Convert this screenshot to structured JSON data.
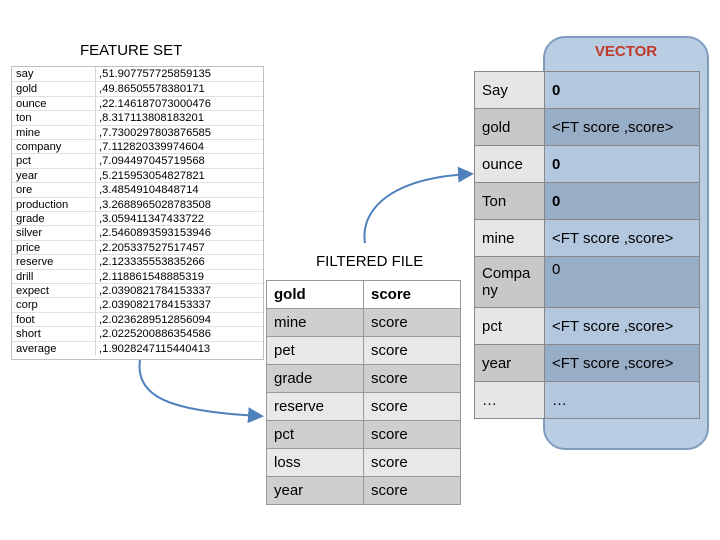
{
  "feature_set": {
    "title": "FEATURE SET",
    "rows": [
      {
        "term": "say",
        "value": ",51.907757725859135"
      },
      {
        "term": "gold",
        "value": ",49.86505578380171"
      },
      {
        "term": "ounce",
        "value": ",22.146187073000476"
      },
      {
        "term": "ton",
        "value": ",8.317113808183201"
      },
      {
        "term": "mine",
        "value": ",7.7300297803876585"
      },
      {
        "term": "company",
        "value": ",7.112820339974604"
      },
      {
        "term": "pct",
        "value": ",7.094497045719568"
      },
      {
        "term": "year",
        "value": ",5.215953054827821"
      },
      {
        "term": "ore",
        "value": ",3.48549104848714"
      },
      {
        "term": "production",
        "value": ",3.2688965028783508"
      },
      {
        "term": "grade",
        "value": ",3.059411347433722"
      },
      {
        "term": "silver",
        "value": ",2.5460893593153946"
      },
      {
        "term": "price",
        "value": ",2.205337527517457"
      },
      {
        "term": "reserve",
        "value": ",2.123335553835266"
      },
      {
        "term": "drill",
        "value": ",2.118861548885319"
      },
      {
        "term": "expect",
        "value": ",2.0390821784153337"
      },
      {
        "term": "corp",
        "value": ",2.0390821784153337"
      },
      {
        "term": "foot",
        "value": ",2.0236289512856094"
      },
      {
        "term": "short",
        "value": ",2.0225200886354586"
      },
      {
        "term": "average",
        "value": ",1.9028247115440413"
      }
    ]
  },
  "filtered_file": {
    "title": "FILTERED FILE",
    "header": [
      "gold",
      "score"
    ],
    "rows": [
      [
        "mine",
        "score"
      ],
      [
        "pet",
        "score"
      ],
      [
        "grade",
        "score"
      ],
      [
        "reserve",
        "score"
      ],
      [
        "pct",
        "score"
      ],
      [
        "loss",
        "score"
      ],
      [
        "year",
        "score"
      ]
    ]
  },
  "vector": {
    "title": "VECTOR",
    "rows": [
      {
        "key": "Say",
        "value": "0",
        "bold": true
      },
      {
        "key": "gold",
        "value": "<FT score ,score>",
        "bold": false
      },
      {
        "key": "ounce",
        "value": "0",
        "bold": true
      },
      {
        "key": "Ton",
        "value": "0",
        "bold": true
      },
      {
        "key": "mine",
        "value": "<FT score ,score>",
        "bold": false
      },
      {
        "key": "Compa\nny",
        "value": "0",
        "bold": false,
        "tall": true
      },
      {
        "key": "pct",
        "value": "<FT score ,score>",
        "bold": false
      },
      {
        "key": "year",
        "value": "<FT score ,score>",
        "bold": false
      },
      {
        "key": "…",
        "value": "…",
        "bold": false
      }
    ]
  },
  "colors": {
    "vector_title": "#c0392b",
    "vector_bg": "#b9cde3",
    "arrow": "#4f81bd"
  }
}
